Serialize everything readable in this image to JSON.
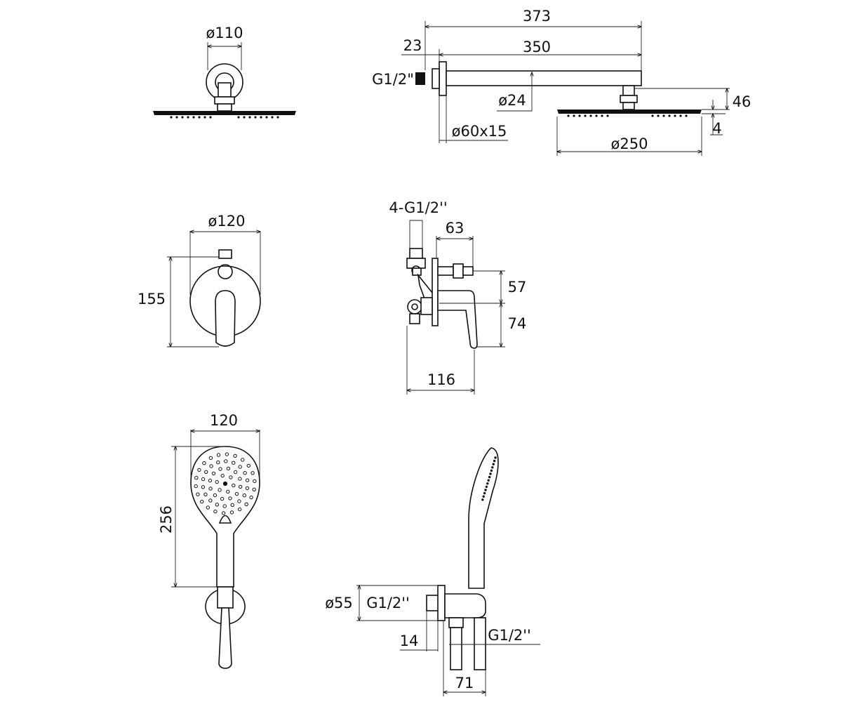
{
  "overhead_shower": {
    "front_diameter": "ø110",
    "arm_length_total": "373",
    "arm_length": "350",
    "flange_offset": "23",
    "inlet_thread": "G1/2\"",
    "arm_diameter": "ø24",
    "flange_size": "ø60x15",
    "head_height": "46",
    "head_thickness": "4",
    "head_diameter": "ø250"
  },
  "mixer": {
    "plate_diameter": "ø120",
    "plate_height": "155",
    "inlets": "4-G1/2''",
    "body_depth": "63",
    "upper_height": "57",
    "lower_height": "74",
    "total_depth": "116"
  },
  "hand_shower": {
    "head_width": "120",
    "length": "256",
    "bracket_diameter": "ø55",
    "inlet_thread": "G1/2''",
    "outlet_thread": "G1/2''",
    "thread_length": "14",
    "bracket_depth": "71"
  }
}
